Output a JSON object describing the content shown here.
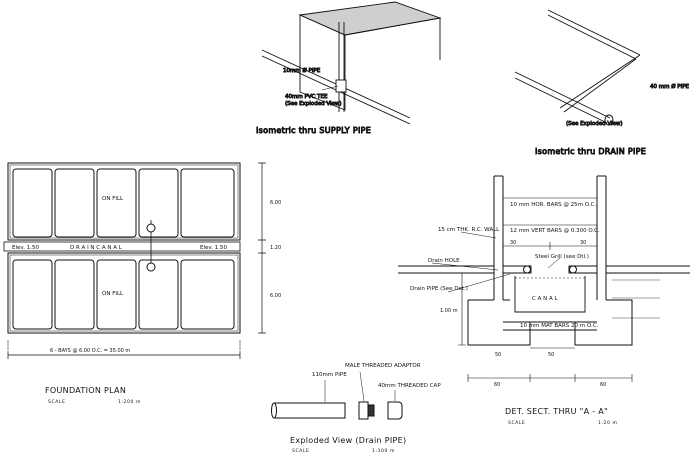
{
  "drawing": {
    "iso_supply": {
      "caption": "Isometric thru SUPPLY PIPE",
      "labels": [
        "10mm Ø PIPE",
        "40mm PVC TEE",
        "(See Exploded View)"
      ]
    },
    "iso_drain": {
      "caption": "Isometric thru DRAIN PIPE",
      "labels": [
        "40 mm Ø PIPE",
        "(See Exploded View)"
      ]
    },
    "plan": {
      "title": "FOUNDATION  PLAN",
      "scale_label": "SCALE",
      "scale_value": "1:200 m",
      "canal_label": "D R A I N    C A N A L",
      "elev_left": "Elev. 1.50",
      "elev_right": "Elev. 1.50",
      "fill_label": "ON FILL",
      "dim_bottom": "6 - BAYS   @ 6.00   O.C. = 35.00 m",
      "dim_right": [
        "6.00",
        "1.20",
        "6.00"
      ]
    },
    "section": {
      "title": "DET. SECT. THRU \"A - A\"",
      "scale_label": "SCALE",
      "scale_value": "1:20 m",
      "labels": {
        "hor_bars": "10 mm HOR. BARS @ 25m O.C.",
        "vert_bars": "12 mm VERT BARS @ 0.300 O.C.",
        "wall": "15 cm THK. R.C. WALL",
        "drain_hole": "Drain HOLE",
        "steel_grill": "Steel Grill (see Dtl.)",
        "drain_pipe": "Drain PIPE (See Det.)",
        "canal": "C A N A L",
        "mat_bars": "10 mm MAT BARS  20 m O.C."
      },
      "dims": [
        "30",
        "30",
        "1.00 m",
        "50",
        "50",
        "60",
        "60"
      ]
    },
    "exploded": {
      "caption": "Exploded View (Drain PIPE)",
      "scale_label": "SCALE",
      "scale_value": "1:100 m",
      "labels": {
        "pipe": "110mm PIPE",
        "adaptor": "MALE THREADED ADAPTOR",
        "cap": "40mm THREADED CAP"
      }
    }
  }
}
